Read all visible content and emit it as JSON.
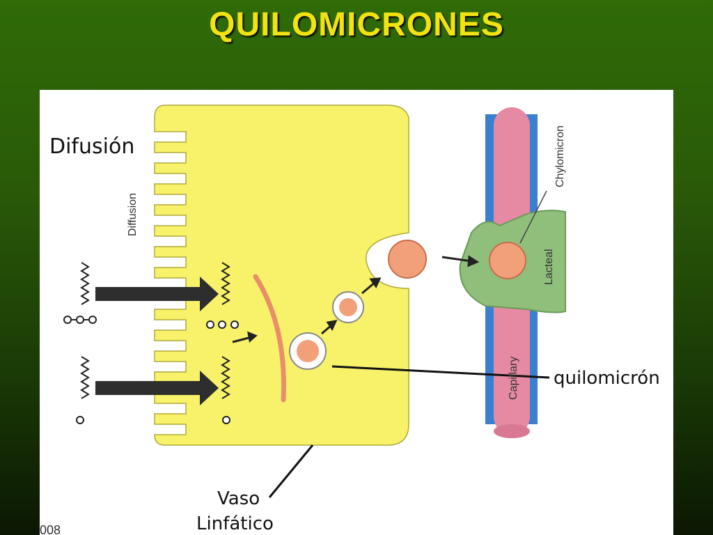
{
  "slide": {
    "title": "QUILOMICRONES"
  },
  "diagram": {
    "labels": {
      "difusion": "Difusión",
      "diffusion": "Diffusion",
      "chylomicron": "Chylomicron",
      "lacteal": "Lacteal",
      "capillary": "Capillary",
      "quilomicron": "quilomicrón",
      "vaso": "Vaso",
      "linfatico": "Linfático",
      "corner_fragment": "008"
    },
    "colors": {
      "background": "#2f6b07",
      "title": "#f2e20f",
      "cell": "#f7f26a",
      "lacteal": "#8fbf7a",
      "capillary": "#e68aa4",
      "vessel_outline": "#3a7fd0",
      "droplet": "#f2a07a",
      "er": "#e88f6a",
      "arrow": "#2e2e2e"
    }
  }
}
